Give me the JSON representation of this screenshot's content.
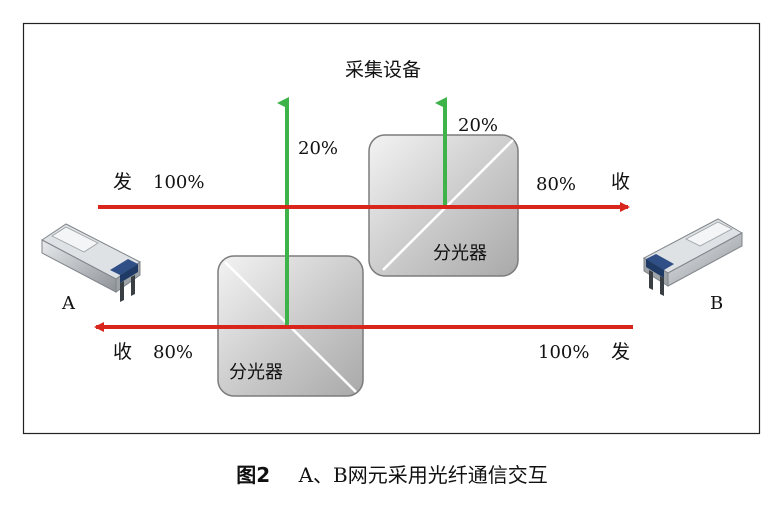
{
  "top_label": "采集设备",
  "splitter_label": "分光器",
  "forward": {
    "send_label": "发",
    "send_pct": "100%",
    "tap_pct": "20%",
    "pass_pct": "80%",
    "recv_label": "收"
  },
  "backward": {
    "send_label": "发",
    "send_pct": "100%",
    "tap_pct": "20%",
    "pass_pct": "80%",
    "recv_label": "收"
  },
  "node_a": "A",
  "node_b": "B",
  "caption": {
    "figure_no": "图2",
    "title": "A、B网元采用光纤通信交互"
  },
  "colors": {
    "signal": "#d9261c",
    "tap": "#3db34a",
    "frame": "#222222"
  }
}
